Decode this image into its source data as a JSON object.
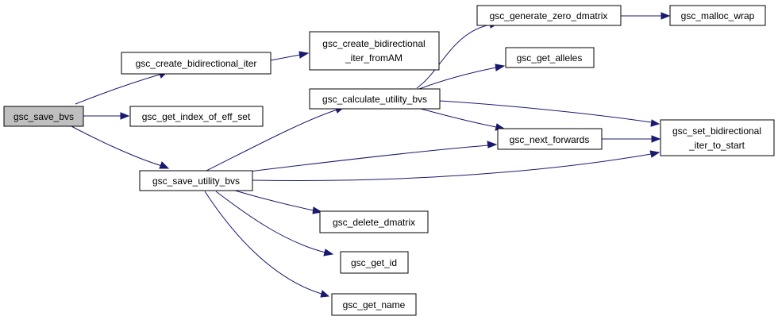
{
  "graph": {
    "edge_color": "#191970",
    "root_fill": "#bfbfbf",
    "nodes": {
      "save_bvs": "gsc_save_bvs",
      "create_iter": "gsc_create_bidirectional_iter",
      "get_index": "gsc_get_index_of_eff_set",
      "save_utility": "gsc_save_utility_bvs",
      "create_iter_am_1": "gsc_create_bidirectional",
      "create_iter_am_2": "_iter_fromAM",
      "calc_utility": "gsc_calculate_utility_bvs",
      "generate_zero": "gsc_generate_zero_dmatrix",
      "malloc_wrap": "gsc_malloc_wrap",
      "get_alleles": "gsc_get_alleles",
      "next_forwards": "gsc_next_forwards",
      "set_start_1": "gsc_set_bidirectional",
      "set_start_2": "_iter_to_start",
      "delete_dmatrix": "gsc_delete_dmatrix",
      "get_id": "gsc_get_id",
      "get_name": "gsc_get_name"
    }
  }
}
